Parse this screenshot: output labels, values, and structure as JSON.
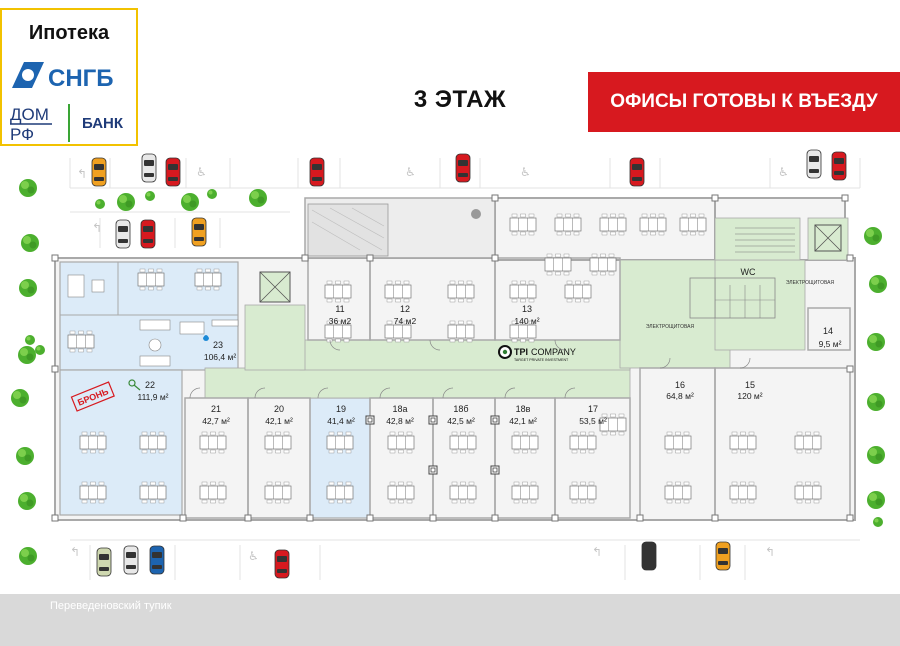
{
  "header": {
    "mortgage_label": "Ипотека",
    "bank1_name": "СНГБ",
    "bank2_line1": "ДОМ",
    "bank2_line2": "РФ",
    "bank2_suffix": "БАНК",
    "floor_title": "3 ЭТАЖ",
    "banner": "ОФИСЫ ГОТОВЫ К ВЪЕЗДУ"
  },
  "street": {
    "name": "Переведеновский тупик"
  },
  "colors": {
    "banner": "#d7191f",
    "logo_border": "#f2c200",
    "sngb_blue": "#1d64b0",
    "domrf_blue": "#1f3b79",
    "domrf_green": "#3aa535",
    "corridor": "#d8ebd0",
    "highlight": "#dcebf8",
    "room": "#f3f3f3",
    "wall": "#a9a9a9"
  },
  "plan": {
    "rooms": [
      {
        "num": "11",
        "area": "36 м2"
      },
      {
        "num": "12",
        "area": "74 м2"
      },
      {
        "num": "13",
        "area": "140 м²"
      },
      {
        "num": "14",
        "area": "9,5 м²"
      },
      {
        "num": "15",
        "area": "120 м²"
      },
      {
        "num": "16",
        "area": "64,8 м²"
      },
      {
        "num": "17",
        "area": "53,5 м²"
      },
      {
        "num": "18в",
        "area": "42,1 м²"
      },
      {
        "num": "18б",
        "area": "42,5 м²"
      },
      {
        "num": "18а",
        "area": "42,8 м²"
      },
      {
        "num": "19",
        "area": "41,4 м²"
      },
      {
        "num": "20",
        "area": "42,1 м²"
      },
      {
        "num": "21",
        "area": "42,7 м²"
      },
      {
        "num": "22",
        "area": "111,9 м²"
      },
      {
        "num": "23",
        "area": "106,4 м²"
      }
    ],
    "wc_label": "WC",
    "reserved_stamp": "БРОНЬ",
    "tenant_logo": "TPI",
    "tenant_logo_word": "COMPANY",
    "tenant_logo_sub": "TARGET PRIVATE INVESTMENT"
  }
}
